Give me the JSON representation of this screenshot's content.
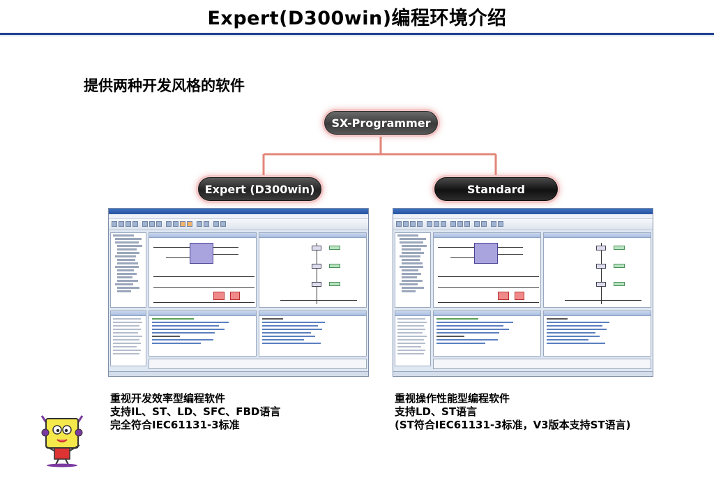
{
  "page": {
    "title": "Expert(D300win)编程环境介绍",
    "subtitle": "提供两种开发风格的软件"
  },
  "tree": {
    "root": "SX-Programmer",
    "left_branch": "Expert (D300win)",
    "right_branch": "Standard"
  },
  "captions": {
    "left": [
      "重视开发效率型编程软件",
      "支持IL、ST、LD、SFC、FBD语言",
      "完全符合IEC61131-3标准"
    ],
    "right": [
      "重视操作性能型编程软件",
      "支持LD、ST语言",
      "(ST符合IEC61131-3标准，V3版本支持ST语言)"
    ]
  },
  "colors": {
    "title_rule": "#1f3f8f",
    "connector": "#e2867a"
  }
}
